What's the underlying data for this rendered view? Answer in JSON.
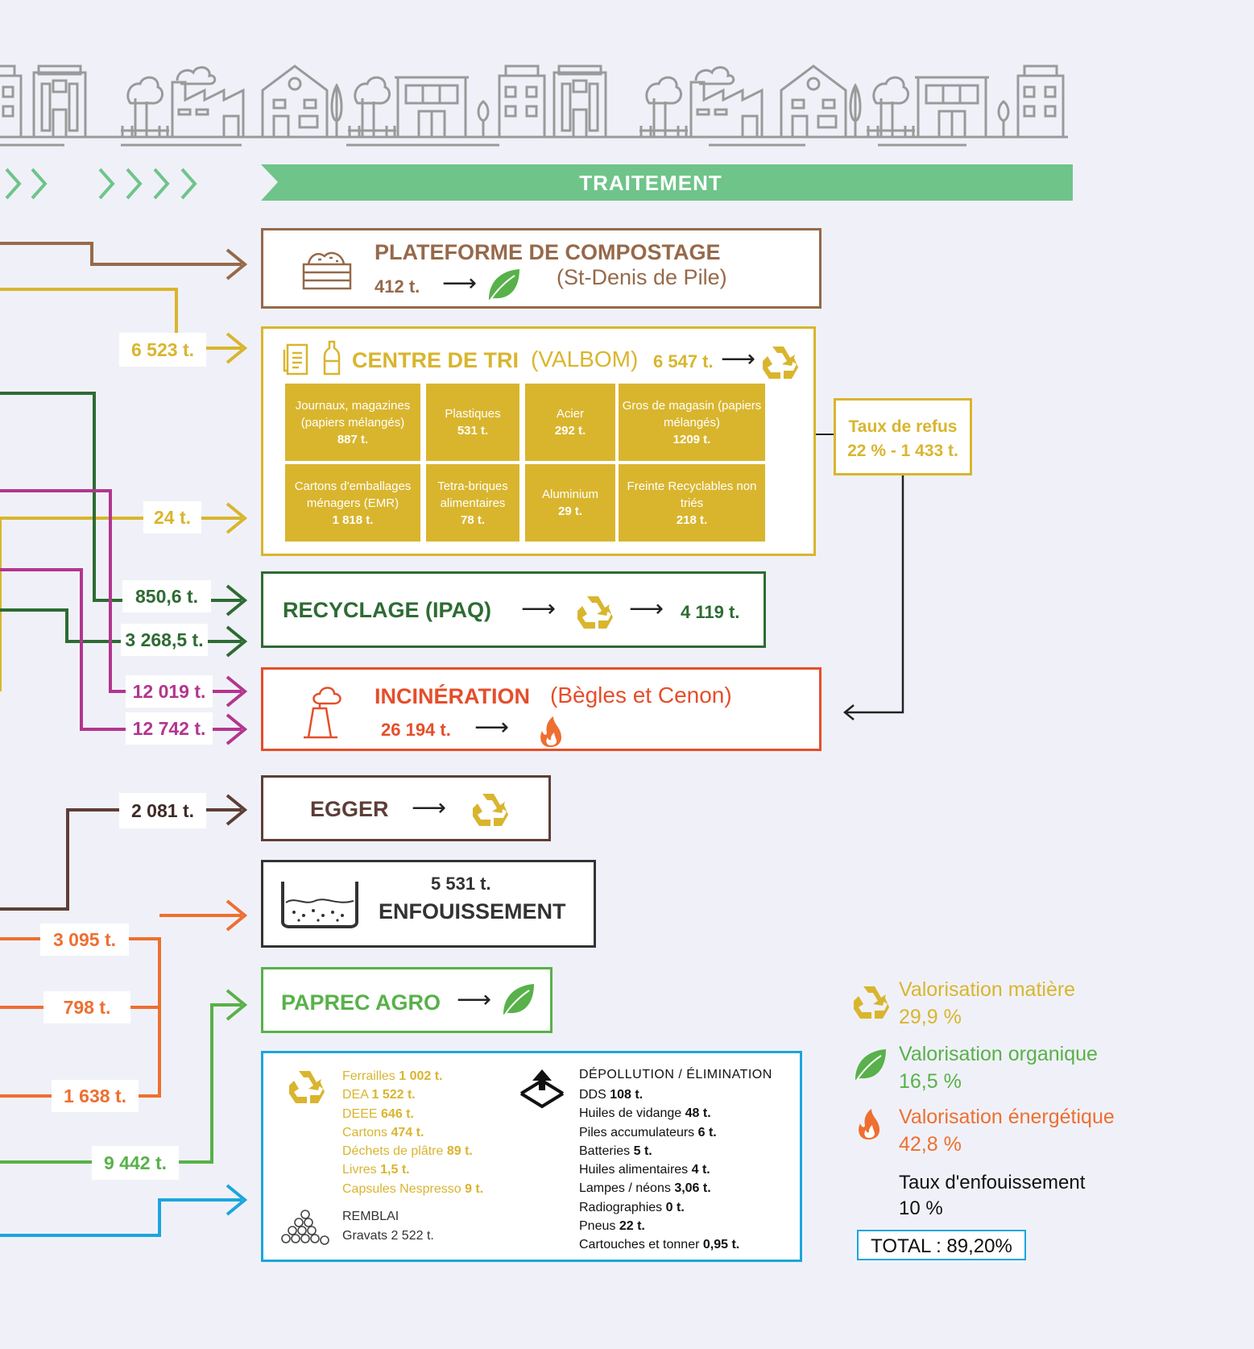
{
  "header": {
    "banner": "TRAITEMENT"
  },
  "compostage": {
    "title": "PLATEFORME DE COMPOSTAGE",
    "location": "(St-Denis de Pile)",
    "tonnage": "412 t."
  },
  "tri": {
    "title": "CENTRE DE TRI",
    "operator": "(VALBOM)",
    "tonnage": "6 547 t.",
    "cells": [
      {
        "name": "Journaux, magazines (papiers mélangés)",
        "value": "887 t."
      },
      {
        "name": "Plastiques",
        "value": "531 t."
      },
      {
        "name": "Acier",
        "value": "292 t."
      },
      {
        "name": "Gros de magasin (papiers mélangés)",
        "value": "1209 t."
      },
      {
        "name": "Cartons d'emballages ménagers (EMR)",
        "value": "1 818 t."
      },
      {
        "name": "Tetra-briques alimentaires",
        "value": "78 t."
      },
      {
        "name": "Aluminium",
        "value": "29 t."
      },
      {
        "name": "Freinte Recyclables non triés",
        "value": "218 t."
      }
    ]
  },
  "refus": {
    "line1": "Taux de refus",
    "line2": "22 % - 1 433 t."
  },
  "recyclage": {
    "title": "RECYCLAGE (IPAQ)",
    "tonnage": "4 119 t."
  },
  "incineration": {
    "title": "INCINÉRATION",
    "location": "(Bègles et Cenon)",
    "tonnage": "26 194 t."
  },
  "egger": {
    "title": "EGGER"
  },
  "enfouissement": {
    "tonnage": "5 531 t.",
    "title": "ENFOUISSEMENT"
  },
  "paprec": {
    "title": "PAPREC AGRO"
  },
  "flows": [
    {
      "label": "6 523 t.",
      "color": "#d9b52e"
    },
    {
      "label": "24 t.",
      "color": "#d9b52e"
    },
    {
      "label": "850,6 t.",
      "color": "#2e6b33"
    },
    {
      "label": "3 268,5 t.",
      "color": "#2e6b33"
    },
    {
      "label": "12 019 t.",
      "color": "#b2368f"
    },
    {
      "label": "12 742 t.",
      "color": "#b2368f"
    },
    {
      "label": "2 081 t.",
      "color": "#5e3e37"
    },
    {
      "label": "3 095 t.",
      "color": "#ee6f31"
    },
    {
      "label": "798 t.",
      "color": "#ee6f31"
    },
    {
      "label": "1 638 t.",
      "color": "#ee6f31"
    },
    {
      "label": "9 442 t.",
      "color": "#58b14a"
    }
  ],
  "decheterie": {
    "recycled": [
      [
        "Ferrailles",
        "1 002 t."
      ],
      [
        "DEA",
        "1 522 t."
      ],
      [
        "DEEE",
        "646 t."
      ],
      [
        "Cartons",
        "474 t."
      ],
      [
        "Déchets de plâtre",
        "89 t."
      ],
      [
        "Livres",
        "1,5 t."
      ],
      [
        "Capsules Nespresso",
        "9 t."
      ]
    ],
    "remblai_title": "REMBLAI",
    "remblai": "Gravats 2 522 t.",
    "depollution_title": "DÉPOLLUTION / ÉLIMINATION",
    "depollution": [
      [
        "DDS",
        "108 t."
      ],
      [
        "Huiles de vidange",
        "48 t."
      ],
      [
        "Piles accumulateurs",
        "6 t."
      ],
      [
        "Batteries",
        "5 t."
      ],
      [
        "Huiles alimentaires",
        "4 t."
      ],
      [
        "Lampes / néons",
        "3,06 t."
      ],
      [
        "Radiographies",
        "0 t."
      ],
      [
        "Pneus",
        "22 t."
      ],
      [
        "Cartouches et tonner",
        "0,95 t."
      ]
    ]
  },
  "legend": {
    "matiere_label": "Valorisation matière",
    "matiere_value": "29,9 %",
    "organique_label": "Valorisation organique",
    "organique_value": "16,5 %",
    "energetique_label": "Valorisation énergétique",
    "energetique_value": "42,8 %",
    "enfouissement_label": "Taux d'enfouissement",
    "enfouissement_value": "10 %",
    "total": "TOTAL : 89,20%"
  },
  "colors": {
    "green_banner": "#6fc48a",
    "brown": "#96694a",
    "yellow": "#d9b52e",
    "dark_green": "#2e6b33",
    "magenta": "#b2368f",
    "dark_brown": "#5e3e37",
    "orange": "#ee6f31",
    "light_green": "#58b14a",
    "blue": "#1ba6dc",
    "red_orange": "#e54e2a"
  },
  "icons": [
    "town-skyline-icon",
    "recycle-icon",
    "leaf-icon",
    "flame-icon",
    "compost-crate-icon",
    "paper-icon",
    "bottle-icon",
    "incinerator-icon",
    "landfill-icon",
    "up-arrow-icon",
    "gravel-icon"
  ]
}
